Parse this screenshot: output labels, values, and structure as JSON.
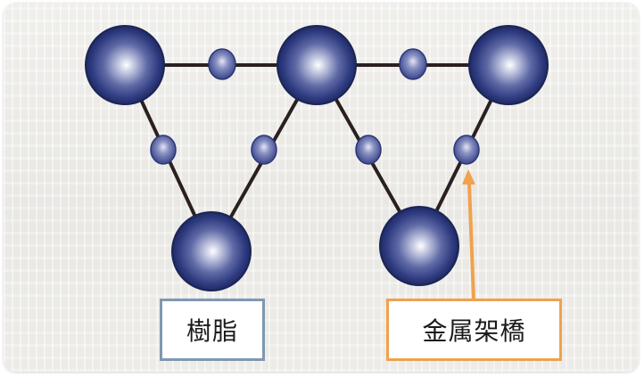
{
  "labels": {
    "resin": "樹脂",
    "metal_bridge": "金属架橋"
  },
  "colors": {
    "node": "#2e3a7e",
    "node_highlight": "#ffffff",
    "bond": "#2a2020",
    "resin_border": "#7f98b1",
    "bridge_border": "#f0a24e",
    "arrow": "#f0a24e"
  },
  "icons": {
    "large_node": "blue-sphere",
    "small_node": "blue-ellipsoid",
    "pointer": "arrow-up"
  }
}
